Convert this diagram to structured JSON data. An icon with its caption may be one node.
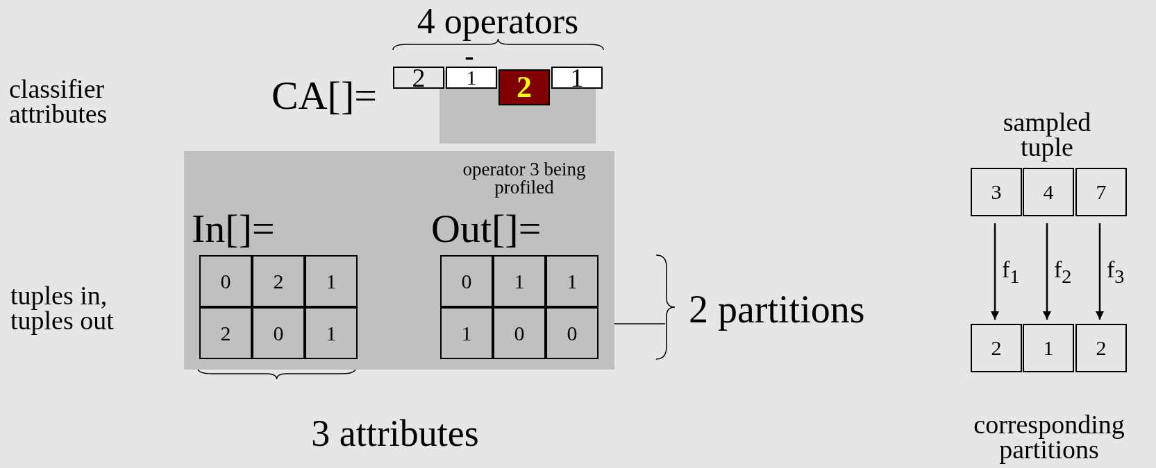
{
  "diagram": {
    "nodes": [
      {
        "text": [
          "2"
        ]
      },
      {
        "text": [
          "1"
        ]
      },
      {
        "text": [
          "2"
        ]
      },
      {
        "text": [
          "1"
        ]
      },
      {
        "text": [
          "operator 3 being profiled"
        ]
      },
      {
        "text": [
          "0"
        ],
        "in": 4
      },
      {
        "text": [
          "2"
        ],
        "in": 4
      },
      {
        "text": [
          "1"
        ],
        "in": 4
      },
      {
        "text": [
          "2"
        ],
        "in": 4
      },
      {
        "text": [
          "0"
        ],
        "in": 4
      },
      {
        "text": [
          "1"
        ],
        "in": 4
      },
      {
        "text": [
          "0"
        ],
        "in": 4
      },
      {
        "text": [
          "1"
        ],
        "in": 4
      },
      {
        "text": [
          "1"
        ],
        "in": 4
      },
      {
        "text": [
          "1"
        ],
        "in": 4
      },
      {
        "text": [
          "0"
        ],
        "in": 4
      },
      {
        "text": [
          "0"
        ],
        "in": 4
      },
      {
        "text": [
          "3"
        ]
      },
      {
        "text": [
          "4"
        ]
      },
      {
        "text": [
          "7"
        ]
      },
      {
        "text": [
          "2"
        ]
      },
      {
        "text": [
          "1"
        ]
      },
      {
        "text": [
          "2"
        ]
      }
    ],
    "edges": [
      {
        "from": 17,
        "to": 20,
        "arrow": "to",
        "label": "f$_{1}$"
      },
      {
        "from": 18,
        "to": 21,
        "arrow": "to",
        "label": "f$_{2}$"
      },
      {
        "from": 19,
        "to": 22,
        "arrow": "to",
        "label": "f$_{3}$"
      }
    ],
    "labels": [
      "4 operators",
      "classifier attributes",
      "CA[]=",
      "-",
      "In[]=",
      "Out[]=",
      "tuples in, tuples out",
      "2 partitions",
      "3 attributes",
      "sampled tuple",
      "corresponding partitions"
    ]
  }
}
